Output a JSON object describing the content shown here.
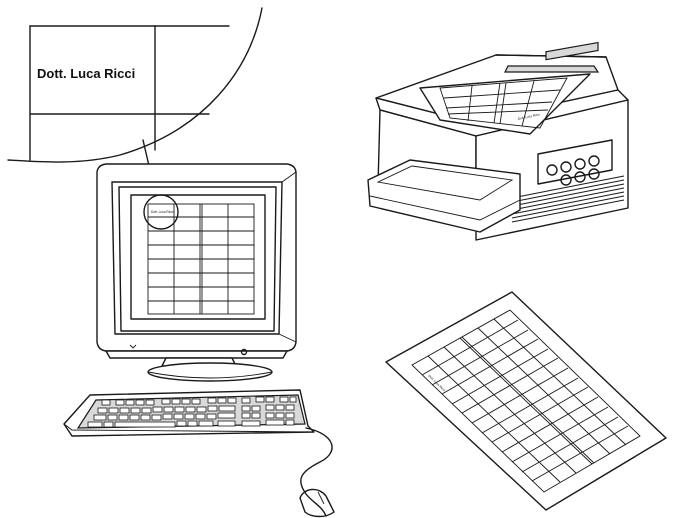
{
  "illustration": {
    "zoom_label_text": "Dott. Luca Ricci",
    "monitor_label_text": "Dott. Luca Ricci",
    "printer_label_text": "Dott. Luca Ricci",
    "sheet_label_text": "Dott. Luca Ricci"
  }
}
